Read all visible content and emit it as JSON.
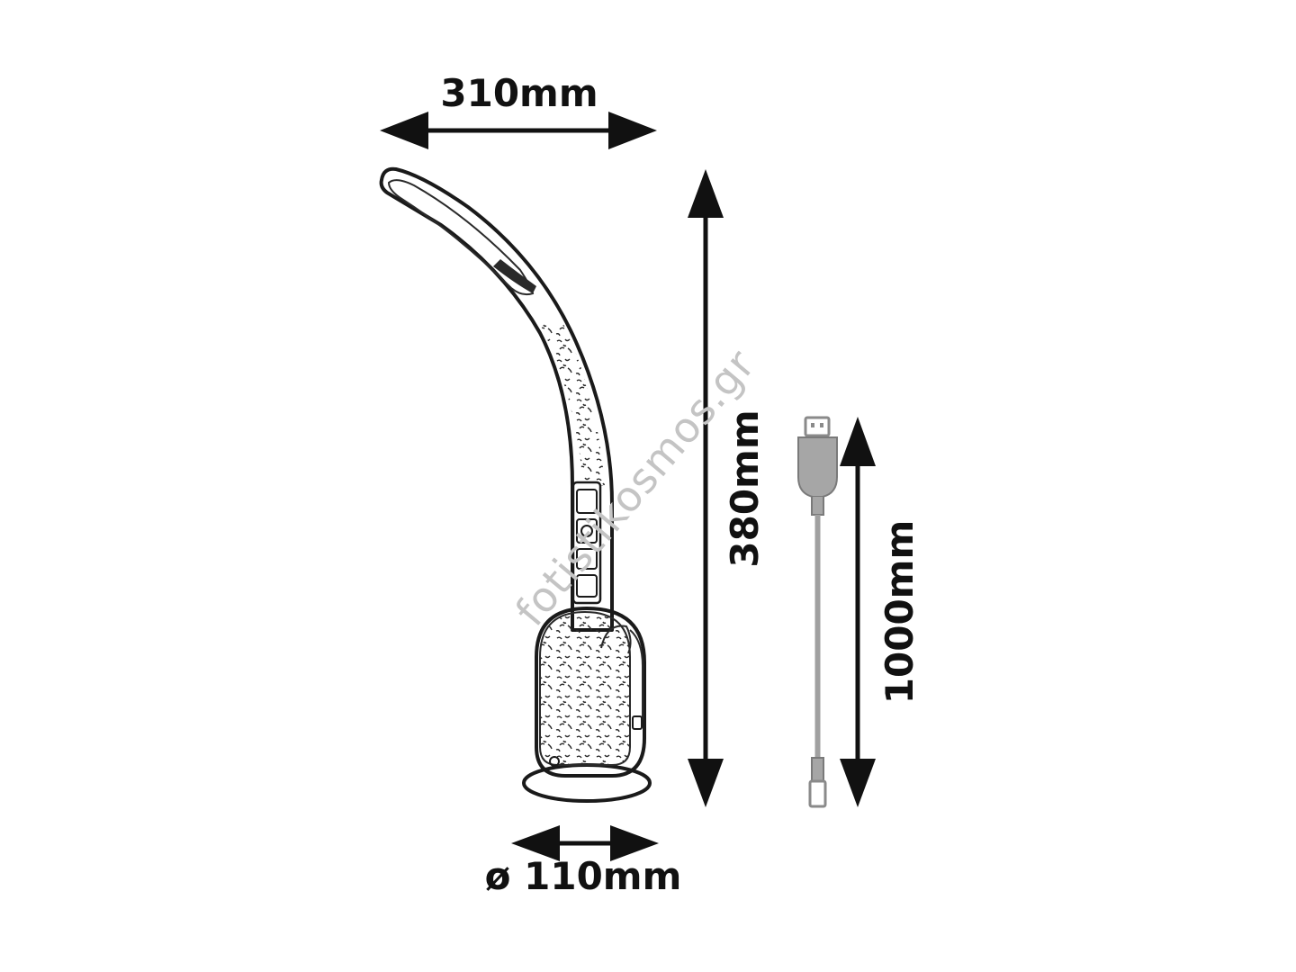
{
  "dimensions": {
    "width_label": "310mm",
    "height_label": "380mm",
    "base_label": "ø 110mm",
    "cable_label": "1000mm"
  },
  "watermark": {
    "text": "fotistikosmos.gr"
  },
  "colors": {
    "ink": "#1a1a1a",
    "cable": "#a0a0a0",
    "watermark": "#c4c4c4",
    "background": "#ffffff"
  }
}
